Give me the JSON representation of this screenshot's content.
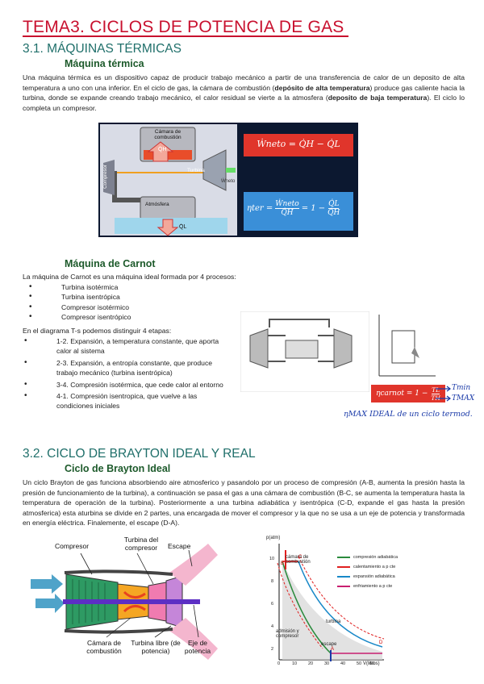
{
  "title": "TEMA3. CICLOS DE POTENCIA DE GAS",
  "s31": {
    "heading": "3.1. MÁQUINAS TÉRMICAS",
    "sub": "Máquina térmica",
    "p1": "Una máquina térmica es un dispositivo capaz de producir trabajo mecánico a partir de una transferencia de calor de un deposito de alta temperatura a uno con una inferior.  En el ciclo de gas, la cámara de combustión (",
    "p1_b1": "depósito de alta temperatura",
    "p1_2": ") produce gas caliente hacia la turbina, donde se expande creando trabajo mecánico, el calor residual se vierte a la atmosfera (",
    "p1_b2": "deposito de baja temperatura",
    "p1_3": "). El ciclo lo completa un compresor."
  },
  "fig1": {
    "camara": "Cámara de combustión",
    "qh": "Q̇H",
    "turbina": "Turbina",
    "wneto": "Ẇneto",
    "atmosfera": "Atmósfera",
    "ql": "Q̇L",
    "compresor": "Compresor",
    "eq1": "Ẇneto = Q̇H − Q̇L",
    "eq2_lhs": "ηter =",
    "eq2_num1": "Ẇneto",
    "eq2_den1": "Q̇H",
    "eq2_mid": "= 1 −",
    "eq2_num2": "Q̇L",
    "eq2_den2": "Q̇H"
  },
  "carnot": {
    "sub": "Máquina de Carnot",
    "intro": "La máquina de Carnot es una máquina ideal formada por 4 procesos:",
    "procesos": [
      "Turbina isotérmica",
      "Turbina isentrópica",
      "Compresor isotérmico",
      "Compresor isentrópico"
    ],
    "ts_intro": "En el diagrama T-s podemos distinguir 4 etapas:",
    "etapas": [
      "1-2. Expansión, a temperatura constante,  que aporta calor al sistema",
      "2-3. Expansión, a entropía constante, que produce trabajo mecánico (turbina isentrópica)",
      "3-4. Compresión isotérmica, que cede calor al entorno",
      "4-1. Compresión isentropica, que vuelve a las condiciones iniciales"
    ],
    "eta_lhs": "ηcarnot = 1 −",
    "eta_num": "TL",
    "eta_den": "TH",
    "note_tmin": "Tmin",
    "note_tmax": "TMAX",
    "note_hand": "ηMAX IDEAL de un ciclo termod."
  },
  "s32": {
    "heading": "3.2. CICLO DE BRAYTON IDEAL Y REAL",
    "sub": "Ciclo de Brayton Ideal",
    "p": "Un ciclo Brayton de gas funciona absorbiendo aire atmosferico y pasandolo por un proceso de compresión (A-B, aumenta la presión hasta la presión de funcionamiento de la turbina), a continuación se pasa el gas a una cámara de combustión (B-C, se aumenta la temperatura hasta la temperatura de operación de la turbina). Posteriormente a una turbina adiabática y isentrópica (C-D, expande el gas hasta la presión atmosferica) esta aturbina se divide en 2 partes, una encargada de mover el compresor y la que no se usa a un eje de potencia y transformada en energía eléctrica. Finalemente, el escape (D-A)."
  },
  "engine": {
    "compresor": "Compresor",
    "turbina_comp": "Turbina del compresor",
    "escape": "Escape",
    "camara": "Cámara de combustión",
    "turbina_libre": "Turbina libre (de potencia)",
    "eje": "Eje de potencia"
  },
  "pv": {
    "ylabel": "p(atm)",
    "xlabel": "V(litros)",
    "legend": [
      "compresión adiabática",
      "calentamiento a p cte",
      "expansión adiabática",
      "enfriamiento a p cte"
    ],
    "lbl_camara": "cámara de combustión",
    "lbl_turbina": "turbina",
    "lbl_compresor": "admisión y compresor",
    "lbl_escape": "escape",
    "ytick": [
      "10",
      "8",
      "6",
      "4",
      "2"
    ],
    "xtick": [
      "0",
      "10",
      "20",
      "30",
      "40",
      "50",
      "60"
    ],
    "pts": [
      "B",
      "C",
      "A",
      "D"
    ]
  }
}
